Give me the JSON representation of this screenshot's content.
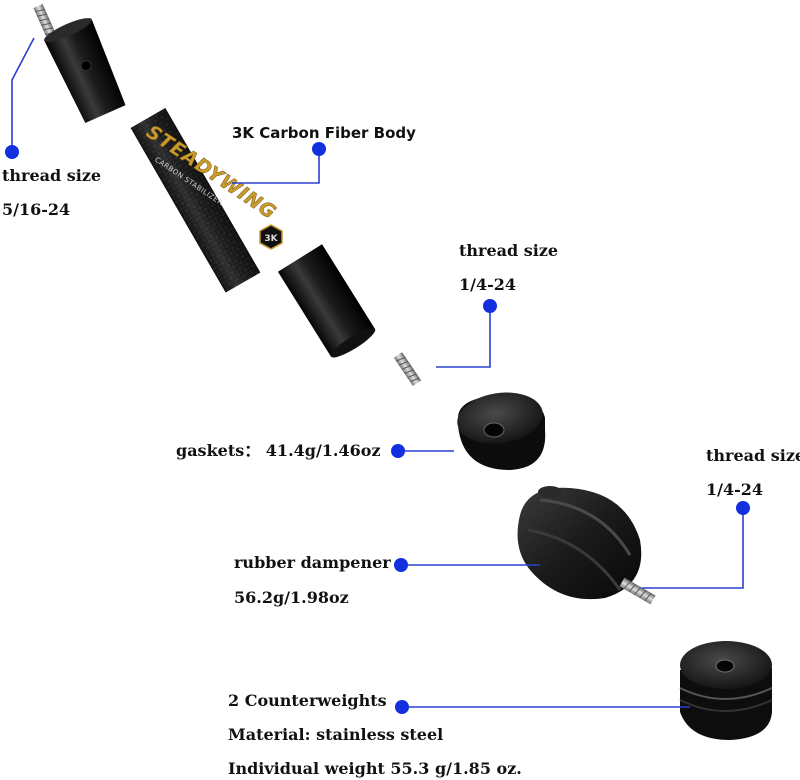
{
  "brand": {
    "name": "STEADYWING",
    "sub": "CARBON STABILIZER",
    "badge": "3K"
  },
  "labels": {
    "top_thread_title": "thread size",
    "top_thread_value": "5/16-24",
    "carbon_body": "3K Carbon Fiber Body",
    "mid_thread_title": "thread size",
    "mid_thread_value": "1/4-24",
    "gaskets": "gaskets：  41.4g/1.46oz",
    "right_thread_title": "thread size",
    "right_thread_value": "1/4-24",
    "rubber_title": "rubber dampener",
    "rubber_value": "56.2g/1.98oz",
    "counter_title": "2 Counterweights",
    "counter_material": "Material: stainless steel",
    "counter_weight": "Individual weight 55.3 g/1.85 oz."
  },
  "colors": {
    "dot": "#1230e0",
    "line": "#2a40d0",
    "gold": "#c99a2e",
    "metal_dark": "#1a1a1a"
  }
}
